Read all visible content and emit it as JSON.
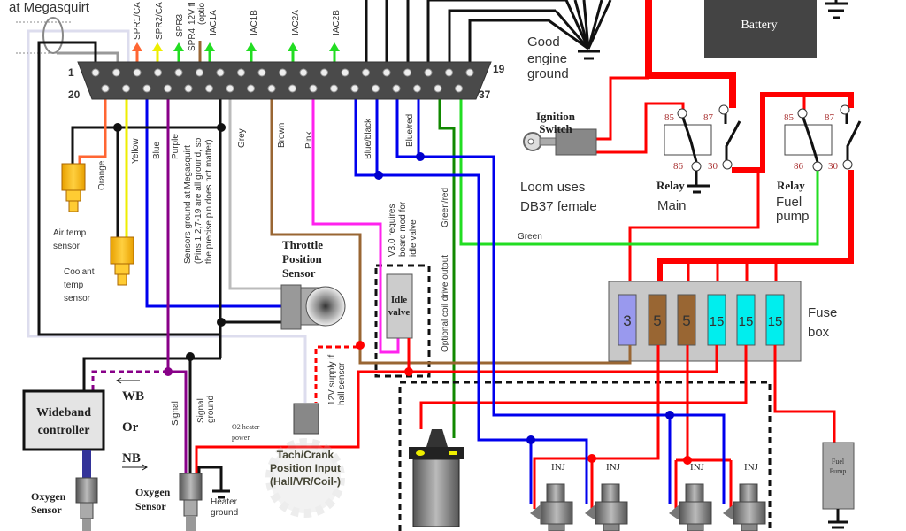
{
  "header_fragment": "at Megasquirt",
  "connector": {
    "pin_first_top": "1",
    "pin_last_top": "19",
    "pin_first_bottom": "20",
    "pin_last_bottom": "37",
    "outputs": [
      "SPR1/CA",
      "SPR2/CA",
      "SPR3",
      "SPR4",
      "12V fl",
      "(optio",
      "IAC1A",
      "IAC1B",
      "IAC2A",
      "IAC2B"
    ]
  },
  "wires": {
    "orange": "Orange",
    "yellow": "Yellow",
    "blue": "Blue",
    "purple": "Purple",
    "grey": "Grey",
    "brown": "Brown",
    "pink": "Pink",
    "blue_black": "Blue/black",
    "blue_red": "Blue/red",
    "green_red": "Green/red",
    "green": "Green"
  },
  "notes": {
    "sensor_ground": [
      "Sensors ground at Megasquirt",
      "(Pins 1,2,7-19 are all ground, so",
      "the precise pin does not matter)"
    ],
    "idle_mod": [
      "V3.0 requires",
      "board mod for",
      "idle valve"
    ],
    "coil_output": "Optional coil drive output",
    "hall_supply": [
      "12V supply if",
      "hall sensor"
    ],
    "o2_heater": [
      "O2 heater",
      "power"
    ],
    "signal": "Signal",
    "signal_ground": [
      "Signal",
      "ground"
    ],
    "heater_ground": [
      "Heater",
      "ground"
    ],
    "loom": [
      "Loom uses",
      "DB37 female"
    ]
  },
  "components": {
    "air_temp": [
      "Air temp",
      "sensor"
    ],
    "coolant_temp": [
      "Coolant",
      "temp",
      "sensor"
    ],
    "tps": [
      "Throttle",
      "Position",
      "Sensor"
    ],
    "idle_valve": [
      "Idle",
      "valve"
    ],
    "wideband": [
      "Wideband",
      "controller"
    ],
    "wb_or_nb": [
      "WB",
      "Or",
      "NB"
    ],
    "oxygen_sensor": [
      "Oxygen",
      "Sensor"
    ],
    "tach": [
      "Tach/Crank",
      "Position Input",
      "(Hall/VR/Coil-)"
    ],
    "engine_ground": [
      "Good",
      "engine",
      "ground"
    ],
    "battery": "Battery",
    "ignition": [
      "Ignition",
      "Switch"
    ],
    "relay_label": "Relay",
    "relay_main": "Main",
    "relay_fuel": [
      "Fuel",
      "pump"
    ],
    "relay_pins": [
      "85",
      "87",
      "86",
      "30"
    ],
    "fuse_box": [
      "Fuse",
      "box"
    ],
    "fuses": [
      {
        "rating": "3",
        "color": "#9999ee"
      },
      {
        "rating": "5",
        "color": "#996633"
      },
      {
        "rating": "5",
        "color": "#996633"
      },
      {
        "rating": "15",
        "color": "#00eeee"
      },
      {
        "rating": "15",
        "color": "#00eeee"
      },
      {
        "rating": "15",
        "color": "#00eeee"
      }
    ],
    "injector": "INJ",
    "fuel_pump": [
      "Fuel",
      "Pump"
    ]
  }
}
